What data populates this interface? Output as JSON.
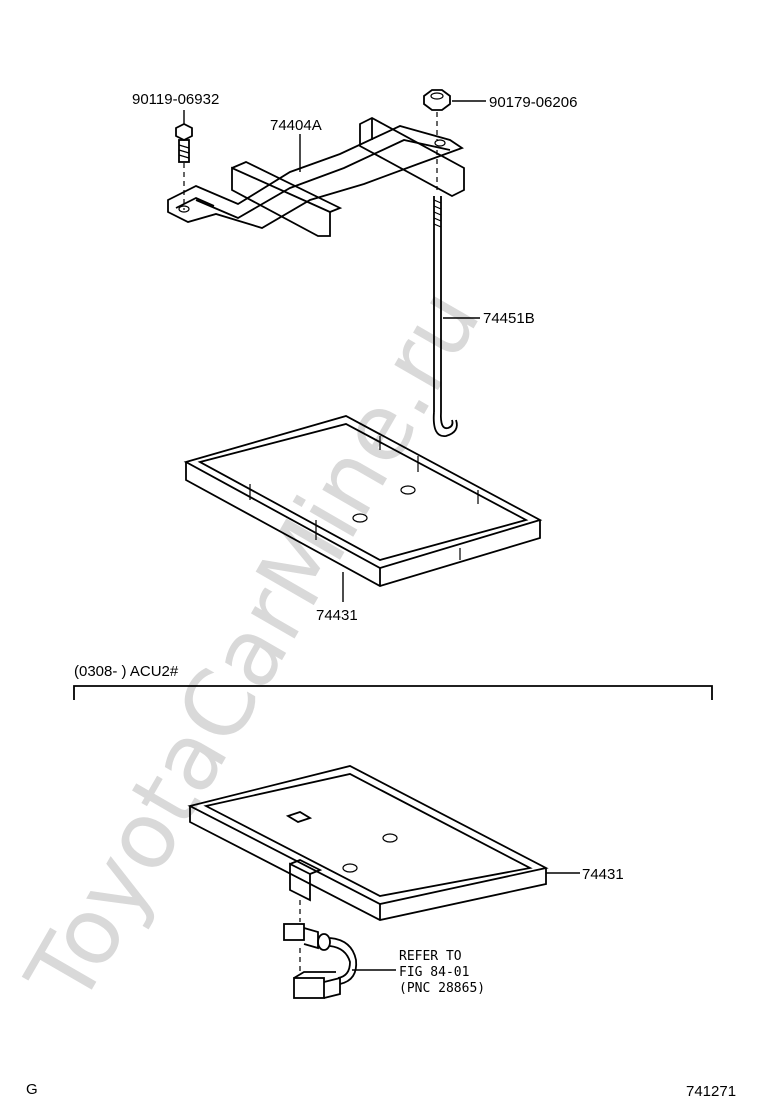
{
  "watermark": "ToyotaCarMine.ru",
  "labels": {
    "bolt": "90119-06932",
    "clamp": "74404A",
    "nut": "90179-06206",
    "rod": "74451B",
    "tray_top": "74431",
    "section": "(0308-      ) ACU2#",
    "tray_bottom": "74431",
    "refer_1": "REFER TO",
    "refer_2": "FIG 84-01",
    "refer_3": "(PNC 28865)",
    "corner_left": "G",
    "corner_right": "741271"
  }
}
